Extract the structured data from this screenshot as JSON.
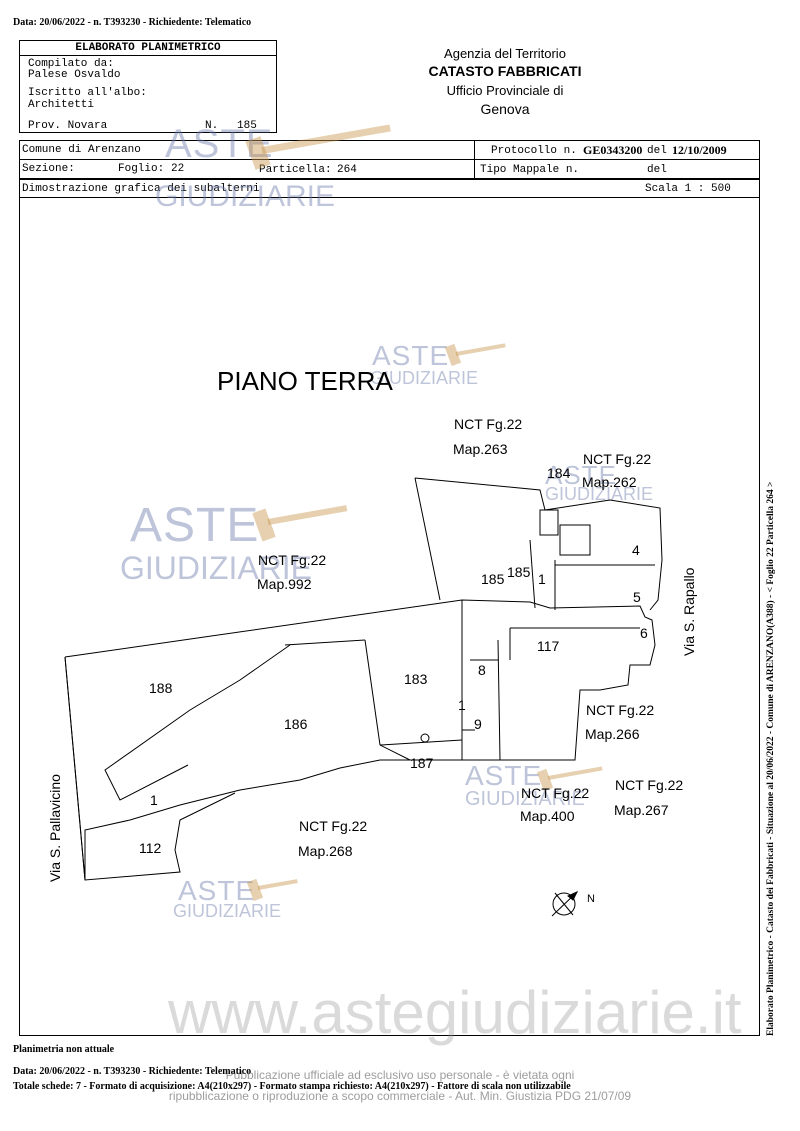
{
  "header_line": "Data: 20/06/2022 - n. T393230 - Richiedente: Telematico",
  "form": {
    "title": "ELABORATO PLANIMETRICO",
    "compilato_label": "Compilato da:",
    "compilato_value": "Palese Osvaldo",
    "iscritto_label": "Iscritto all'albo:",
    "iscritto_value": "Architetti",
    "prov_label": "Prov. Novara",
    "n_label": "N.",
    "n_value": "185"
  },
  "agency": {
    "line1": "Agenzia del Territorio",
    "line2": "CATASTO FABBRICATI",
    "line3": "Ufficio Provinciale di",
    "line4": "Genova"
  },
  "info": {
    "comune": "Comune di Arenzano",
    "sezione_label": "Sezione:",
    "foglio_label": "Foglio:",
    "foglio_value": "22",
    "particella_label": "Particella:",
    "particella_value": "264",
    "protocollo_label": "Protocollo n.",
    "protocollo_value": "GE0343200",
    "del_label": "del",
    "protocollo_date": "12/10/2009",
    "tipo_mappale_label": "Tipo Mappale n.",
    "del2_label": "del",
    "dimostrazione": "Dimostrazione grafica dei subalterni",
    "scala": "Scala 1 : 500"
  },
  "plan": {
    "floor_title": "PIANO TERRA",
    "labels": {
      "fg22_263": "NCT Fg.22",
      "map263": "Map.263",
      "fg22_262": "NCT Fg.22",
      "map262": "Map.262",
      "fg22_992": "NCT Fg.22",
      "map992": "Map.992",
      "fg22_266": "NCT Fg.22",
      "map266": "Map.266",
      "fg22_400": "NCT Fg.22",
      "map400": "Map.400",
      "fg22_267": "NCT Fg.22",
      "map267": "Map.267",
      "fg22_268": "NCT Fg.22",
      "map268": "Map.268",
      "via_rapallo": "Via S. Rapallo",
      "via_pallavicino": "Via S. Pallavicino",
      "north": "N"
    },
    "subalterni": {
      "s184": "184",
      "s185a": "185",
      "s185b": "185",
      "s1a": "1",
      "s4": "4",
      "s5": "5",
      "s6": "6",
      "s117": "117",
      "s8": "8",
      "s183": "183",
      "s188": "188",
      "s186": "186",
      "s1b": "1",
      "s9": "9",
      "s187": "187",
      "s1c": "1",
      "s112": "112"
    }
  },
  "side_note": "Elaborato Planimetrico - Catasto dei Fabbricati - Situazione al 20/06/2022 - Comune di ARENZANO(A388) - < Foglio 22 Particella 264 >",
  "footer": {
    "planimetria": "Planimetria non attuale",
    "line1": "Data: 20/06/2022 - n. T393230 - Richiedente: Telematico",
    "line2": "Totale schede: 7 - Formato di acquisizione: A4(210x297) - Formato stampa richiesto: A4(210x297) - Fattore di scala non utilizzabile",
    "wm_line1": "Pubblicazione ufficiale ad esclusivo uso personale - è vietata ogni",
    "wm_line2": "ripubblicazione o riproduzione a scopo commerciale - Aut. Min. Giustizia PDG 21/07/09"
  },
  "watermark": {
    "aste": "ASTE",
    "giudiziarie": "GIUDIZIARIE",
    "site": "www.astegiudiziarie.it"
  }
}
